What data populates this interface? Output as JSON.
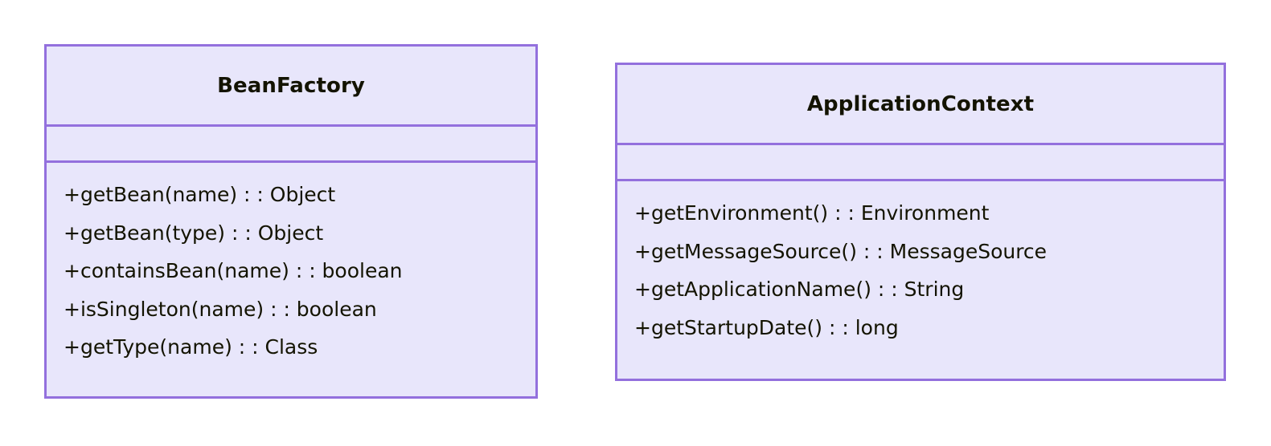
{
  "diagram": {
    "type": "uml-class-diagram",
    "background_color": "#ffffff",
    "classes": [
      {
        "id": "beanfactory",
        "name": "BeanFactory",
        "fill_color": "#e8e6fb",
        "border_color": "#9370dd",
        "attributes": [],
        "methods": [
          "+getBean(name) : : Object",
          "+getBean(type) : : Object",
          "+containsBean(name) : : boolean",
          "+isSingleton(name) : : boolean",
          "+getType(name) : : Class"
        ]
      },
      {
        "id": "applicationcontext",
        "name": "ApplicationContext",
        "fill_color": "#e8e6fb",
        "border_color": "#9370dd",
        "attributes": [],
        "methods": [
          "+getEnvironment() : : Environment",
          "+getMessageSource() : : MessageSource",
          "+getApplicationName() : : String",
          "+getStartupDate() : : long"
        ]
      }
    ]
  }
}
